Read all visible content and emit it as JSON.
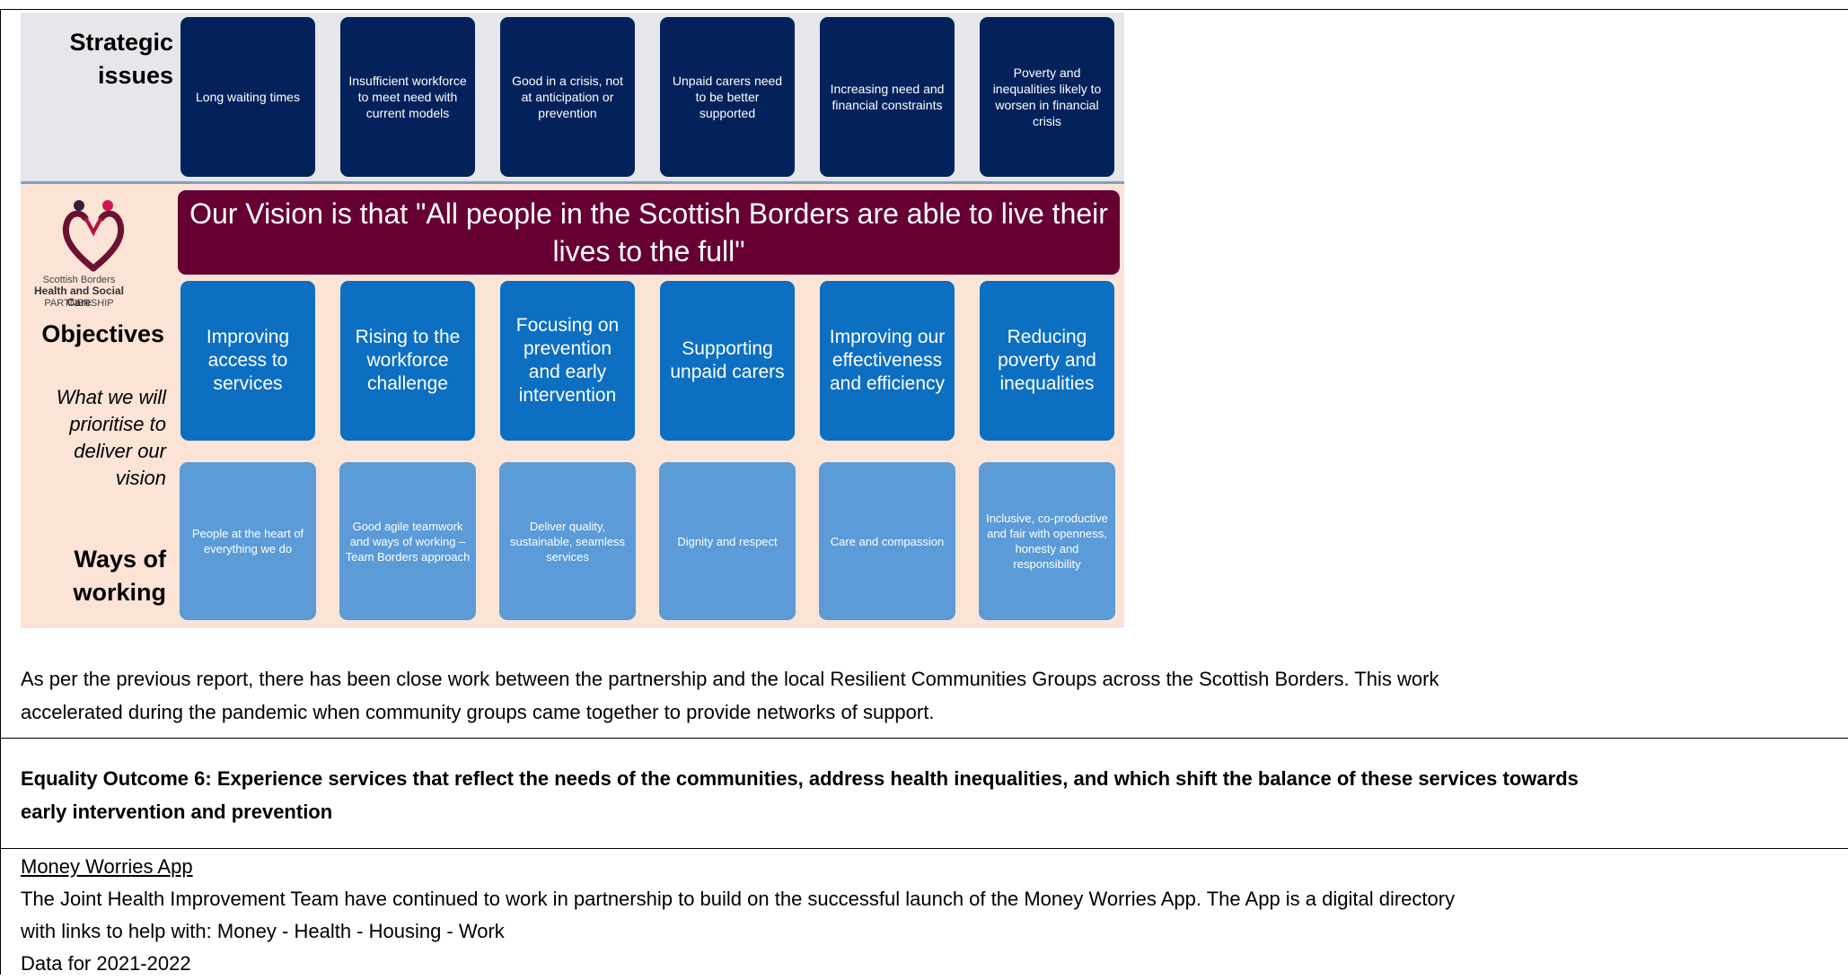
{
  "graphic": {
    "strategic_label_line1": "Strategic",
    "strategic_label_line2": "issues",
    "issues": [
      "Long waiting times",
      "Insufficient workforce to meet need with current models",
      "Good in a crisis, not at anticipation or prevention",
      "Unpaid carers need to be better supported",
      "Increasing need and financial constraints",
      "Poverty and inequalities likely to worsen in financial crisis"
    ],
    "vision": "Our Vision is that \"All people in the Scottish Borders are able to live their lives to the full\"",
    "logo": {
      "line1": "Scottish Borders",
      "line2": "Health and Social Care",
      "line3": "PARTNERSHIP"
    },
    "objectives_label": "Objectives",
    "objectives_sub": "What we will prioritise to deliver our vision",
    "objectives": [
      "Improving access to services",
      "Rising to the workforce challenge",
      "Focusing on prevention and early intervention",
      "Supporting unpaid carers",
      "Improving our effectiveness and efficiency",
      "Reducing poverty and inequalities"
    ],
    "ways_label_line1": "Ways of",
    "ways_label_line2": "working",
    "ways": [
      "People at the heart of everything we do",
      "Good agile teamwork and ways of working – Team Borders approach",
      "Deliver quality, sustainable, seamless services",
      "Dignity and respect",
      "Care and compassion",
      "Inclusive, co-productive and fair with openness, honesty and responsibility"
    ],
    "colors": {
      "issue_box": "#03215a",
      "vision_box": "#660033",
      "objective_box": "#0c6fc2",
      "way_box": "#5b9bd8",
      "issues_band": "#e6e7ea",
      "objectives_band": "#fbe3d6"
    }
  },
  "paragraph1": {
    "line1": "As per the previous report, there has been close work between the partnership and the local Resilient Communities Groups across the Scottish Borders.  This work",
    "line2": "accelerated during the pandemic when community groups came together to provide networks of support."
  },
  "outcome": {
    "line1": "Equality Outcome 6: Experience services that reflect the needs of the communities, address health inequalities, and which shift the balance of these services towards",
    "line2": "early intervention and prevention"
  },
  "money": {
    "heading": "Money Worries App",
    "line1": "The Joint Health Improvement Team have continued to work in partnership to build on the successful launch of the Money Worries App. The App is a digital directory",
    "line2": "with links to help with: Money - Health - Housing - Work",
    "line3": "Data for 2021-2022"
  }
}
